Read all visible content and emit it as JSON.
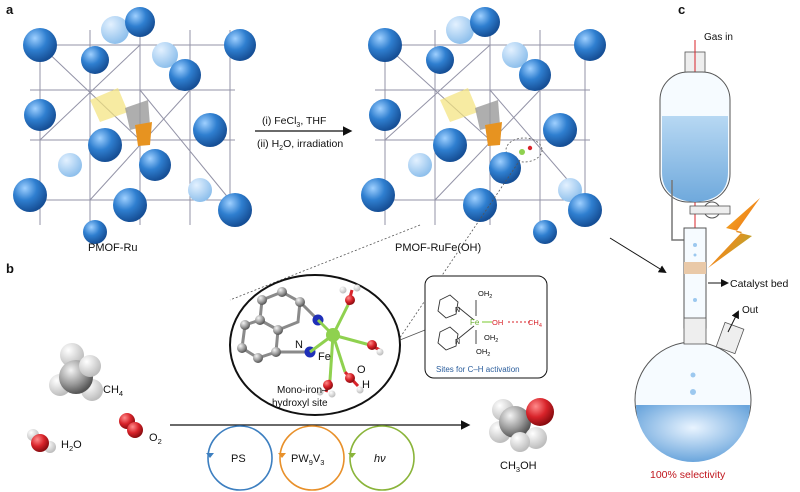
{
  "panels": {
    "a": "a",
    "b": "b",
    "c": "c"
  },
  "panel_a": {
    "left_label": "PMOF-Ru",
    "right_label": "PMOF-RuFe(OH)",
    "step1_prefix": "(i) FeCl",
    "step1_sub": "3",
    "step1_suffix": ", THF",
    "step2_prefix": "(ii) H",
    "step2_sub": "2",
    "step2_suffix": "O, irradiation"
  },
  "panel_b": {
    "ch4_main": "CH",
    "ch4_sub": "4",
    "h2o_main": "H",
    "h2o_sub": "2",
    "h2o_tail": "O",
    "o2_main": "O",
    "o2_sub": "2",
    "product_main": "CH",
    "product_sub": "3",
    "product_tail": "OH",
    "site_atom_fe": "Fe",
    "site_atom_n": "N",
    "site_atom_o": "O",
    "site_atom_h": "H",
    "site_caption_line1": "Mono-iron–",
    "site_caption_line2": "hydroxyl site",
    "inset_caption": "Sites for C–H activation",
    "inset_fe": "Fe",
    "inset_oh2_1": "OH",
    "inset_oh2_1_sub": "2",
    "inset_oh": "OH",
    "inset_ch4": "CH",
    "inset_ch4_sub": "4",
    "inset_oh2_2": "OH",
    "inset_oh2_2_sub": "2",
    "inset_oh2_3": "OH",
    "inset_oh2_3_sub": "2",
    "inset_n1": "N",
    "inset_n2": "N",
    "cycle_ps": "PS",
    "cycle_pw_main": "PW",
    "cycle_pw_sub1": "9",
    "cycle_pw_mid": "V",
    "cycle_pw_sub2": "3",
    "cycle_hv": "hν"
  },
  "panel_c": {
    "gas_in": "Gas in",
    "catalyst_bed": "Catalyst bed",
    "out": "Out",
    "selectivity": "100% selectivity"
  },
  "colors": {
    "cluster_blue": "#2f7fd0",
    "cycle_ps": "#3d7fc0",
    "cycle_pw": "#e8902a",
    "cycle_hv": "#8ab43a",
    "selectivity_red": "#c0161d",
    "oxygen_red": "#d8232a",
    "fe_green": "#8fd14f",
    "nitrogen_blue": "#1f2fb8"
  }
}
